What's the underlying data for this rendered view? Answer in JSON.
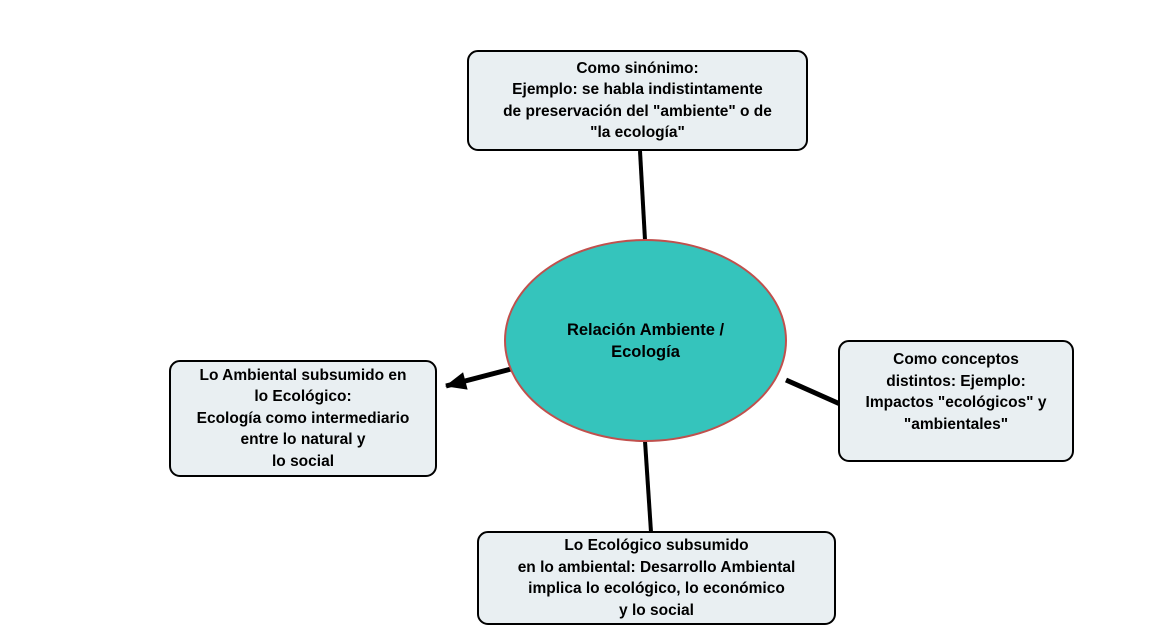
{
  "diagram": {
    "title": "Relación Ambiente / Ecología",
    "center_node": {
      "label": "Relación Ambiente /\nEcología",
      "fill_color": "#35c4bc",
      "border_color": "#c0504d"
    },
    "nodes": [
      {
        "id": "top",
        "text": "Como sinónimo:\nEjemplo: se habla indistintamente\nde preservación del \"ambiente\" o de\n\"la ecología\""
      },
      {
        "id": "right",
        "text": "Como conceptos\ndistintos: Ejemplo:\nImpactos \"ecológicos\" y\n\"ambientales\""
      },
      {
        "id": "left",
        "text": "Lo Ambiental subsumido en\nlo Ecológico:\nEcología como intermediario\nentre lo natural y\nlo social"
      },
      {
        "id": "bottom",
        "text": "Lo Ecológico subsumido\nen lo ambiental: Desarrollo Ambiental\nimplica lo ecológico, lo económico\ny lo social"
      }
    ],
    "connectors": [
      {
        "from": "center",
        "to": "top",
        "arrow": false
      },
      {
        "from": "center",
        "to": "right",
        "arrow": false
      },
      {
        "from": "center",
        "to": "bottom",
        "arrow": false
      },
      {
        "from": "center",
        "to": "left",
        "arrow": true
      }
    ],
    "styles": {
      "box_fill": "#e9eff2",
      "box_border": "#000000",
      "connector_color": "#000000",
      "text_color": "#000000",
      "background": "#ffffff"
    }
  }
}
